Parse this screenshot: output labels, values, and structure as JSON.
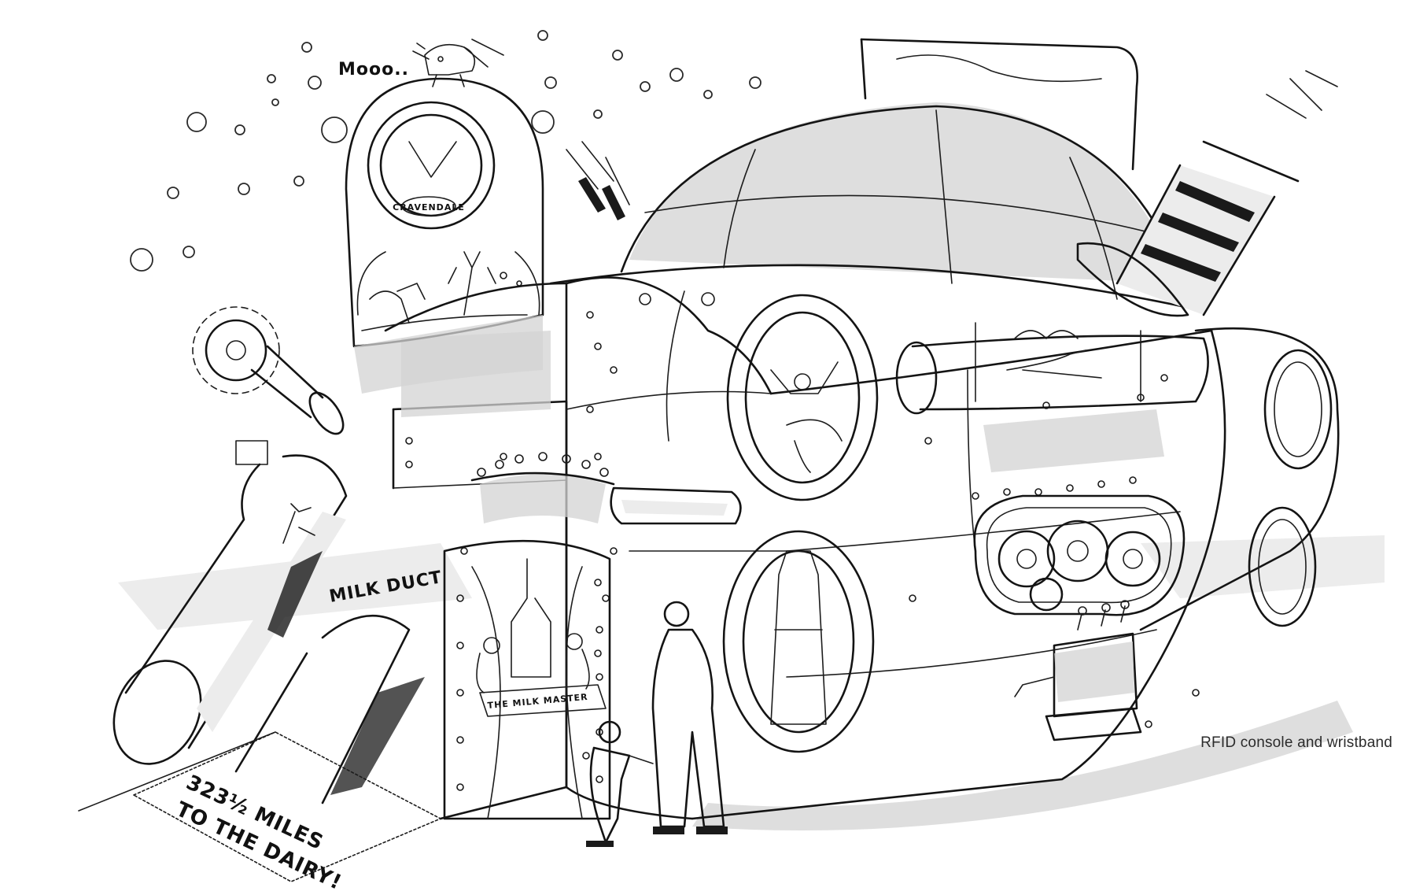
{
  "labels": {
    "sound": "Mooo..",
    "brand": "CRAVENDALE",
    "duct": "MILK DUCT",
    "banner": "THE MILK MASTER",
    "sign_line1": "323½ MILES",
    "sign_line2": "TO THE DAIRY!",
    "caption": "RFID console and wristband"
  },
  "icons": [
    "cow-icon",
    "gear-icon",
    "porthole-icon",
    "bubble-icon"
  ]
}
